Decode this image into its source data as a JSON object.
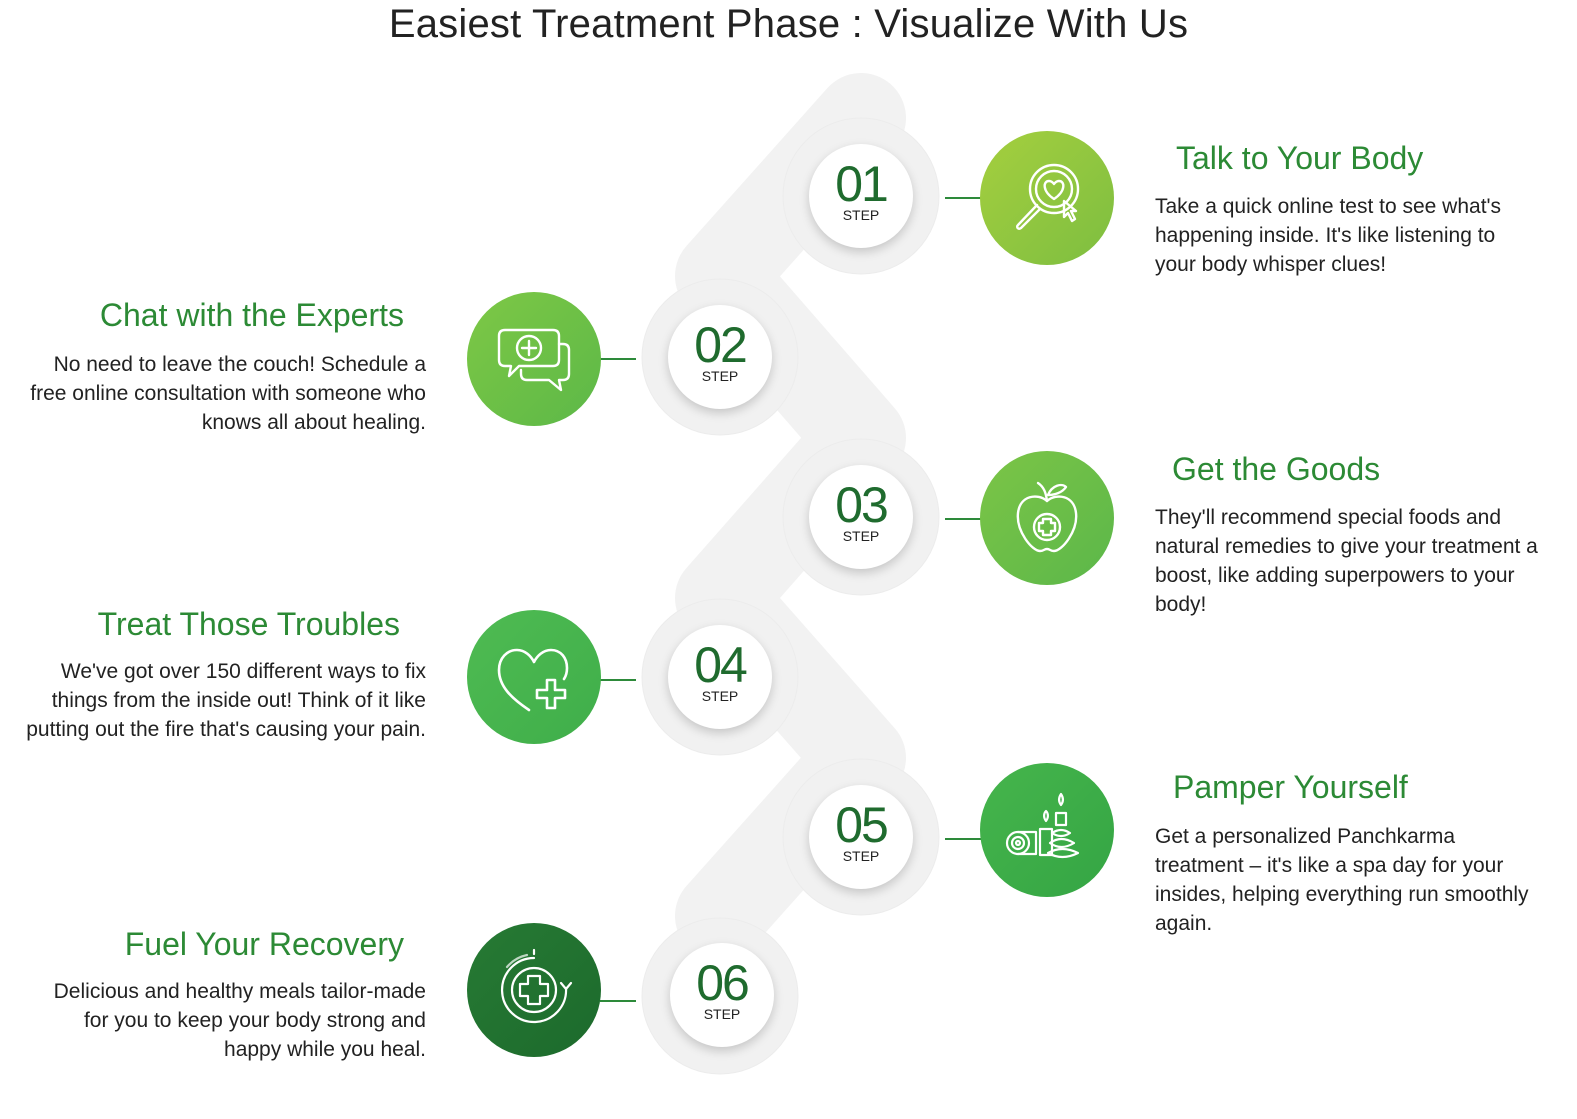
{
  "title": "Easiest Treatment Phase : Visualize With Us",
  "colors": {
    "title_green": "#2c8a35",
    "number_green": "#1f6b2e",
    "path_grey": "#f2f2f2",
    "icon_light": "#8cc43f",
    "icon_mid": "#4cb54a",
    "icon_dark": "#1f7030"
  },
  "steps": [
    {
      "number": "01",
      "label": "STEP",
      "side": "right",
      "icon": "heart-search-icon",
      "title": "Talk to Your Body",
      "description": "Take a quick online test to see what's happening inside. It's like listening to your body whisper clues!"
    },
    {
      "number": "02",
      "label": "STEP",
      "side": "left",
      "icon": "chat-bubbles-icon",
      "title": "Chat with the Experts",
      "description": "No need to leave the couch! Schedule a free online consultation with someone who knows all about healing."
    },
    {
      "number": "03",
      "label": "STEP",
      "side": "right",
      "icon": "apple-plus-icon",
      "title": "Get the Goods",
      "description": "They'll recommend special foods and natural remedies to give your treatment a boost, like adding superpowers to your body!"
    },
    {
      "number": "04",
      "label": "STEP",
      "side": "left",
      "icon": "heart-plus-icon",
      "title": "Treat Those Troubles",
      "description": "We've got over 150 different ways to fix things from the inside out! Think of it like putting out the fire that's causing your pain."
    },
    {
      "number": "05",
      "label": "STEP",
      "side": "right",
      "icon": "spa-candles-icon",
      "title": "Pamper Yourself",
      "description": "Get a personalized Panchkarma treatment – it's like a spa day for your insides, helping everything run smoothly again."
    },
    {
      "number": "06",
      "label": "STEP",
      "side": "left",
      "icon": "medical-cross-refresh-icon",
      "title": "Fuel Your Recovery",
      "description": "Delicious and healthy meals tailor-made for you to keep your body strong and happy while you heal."
    }
  ]
}
